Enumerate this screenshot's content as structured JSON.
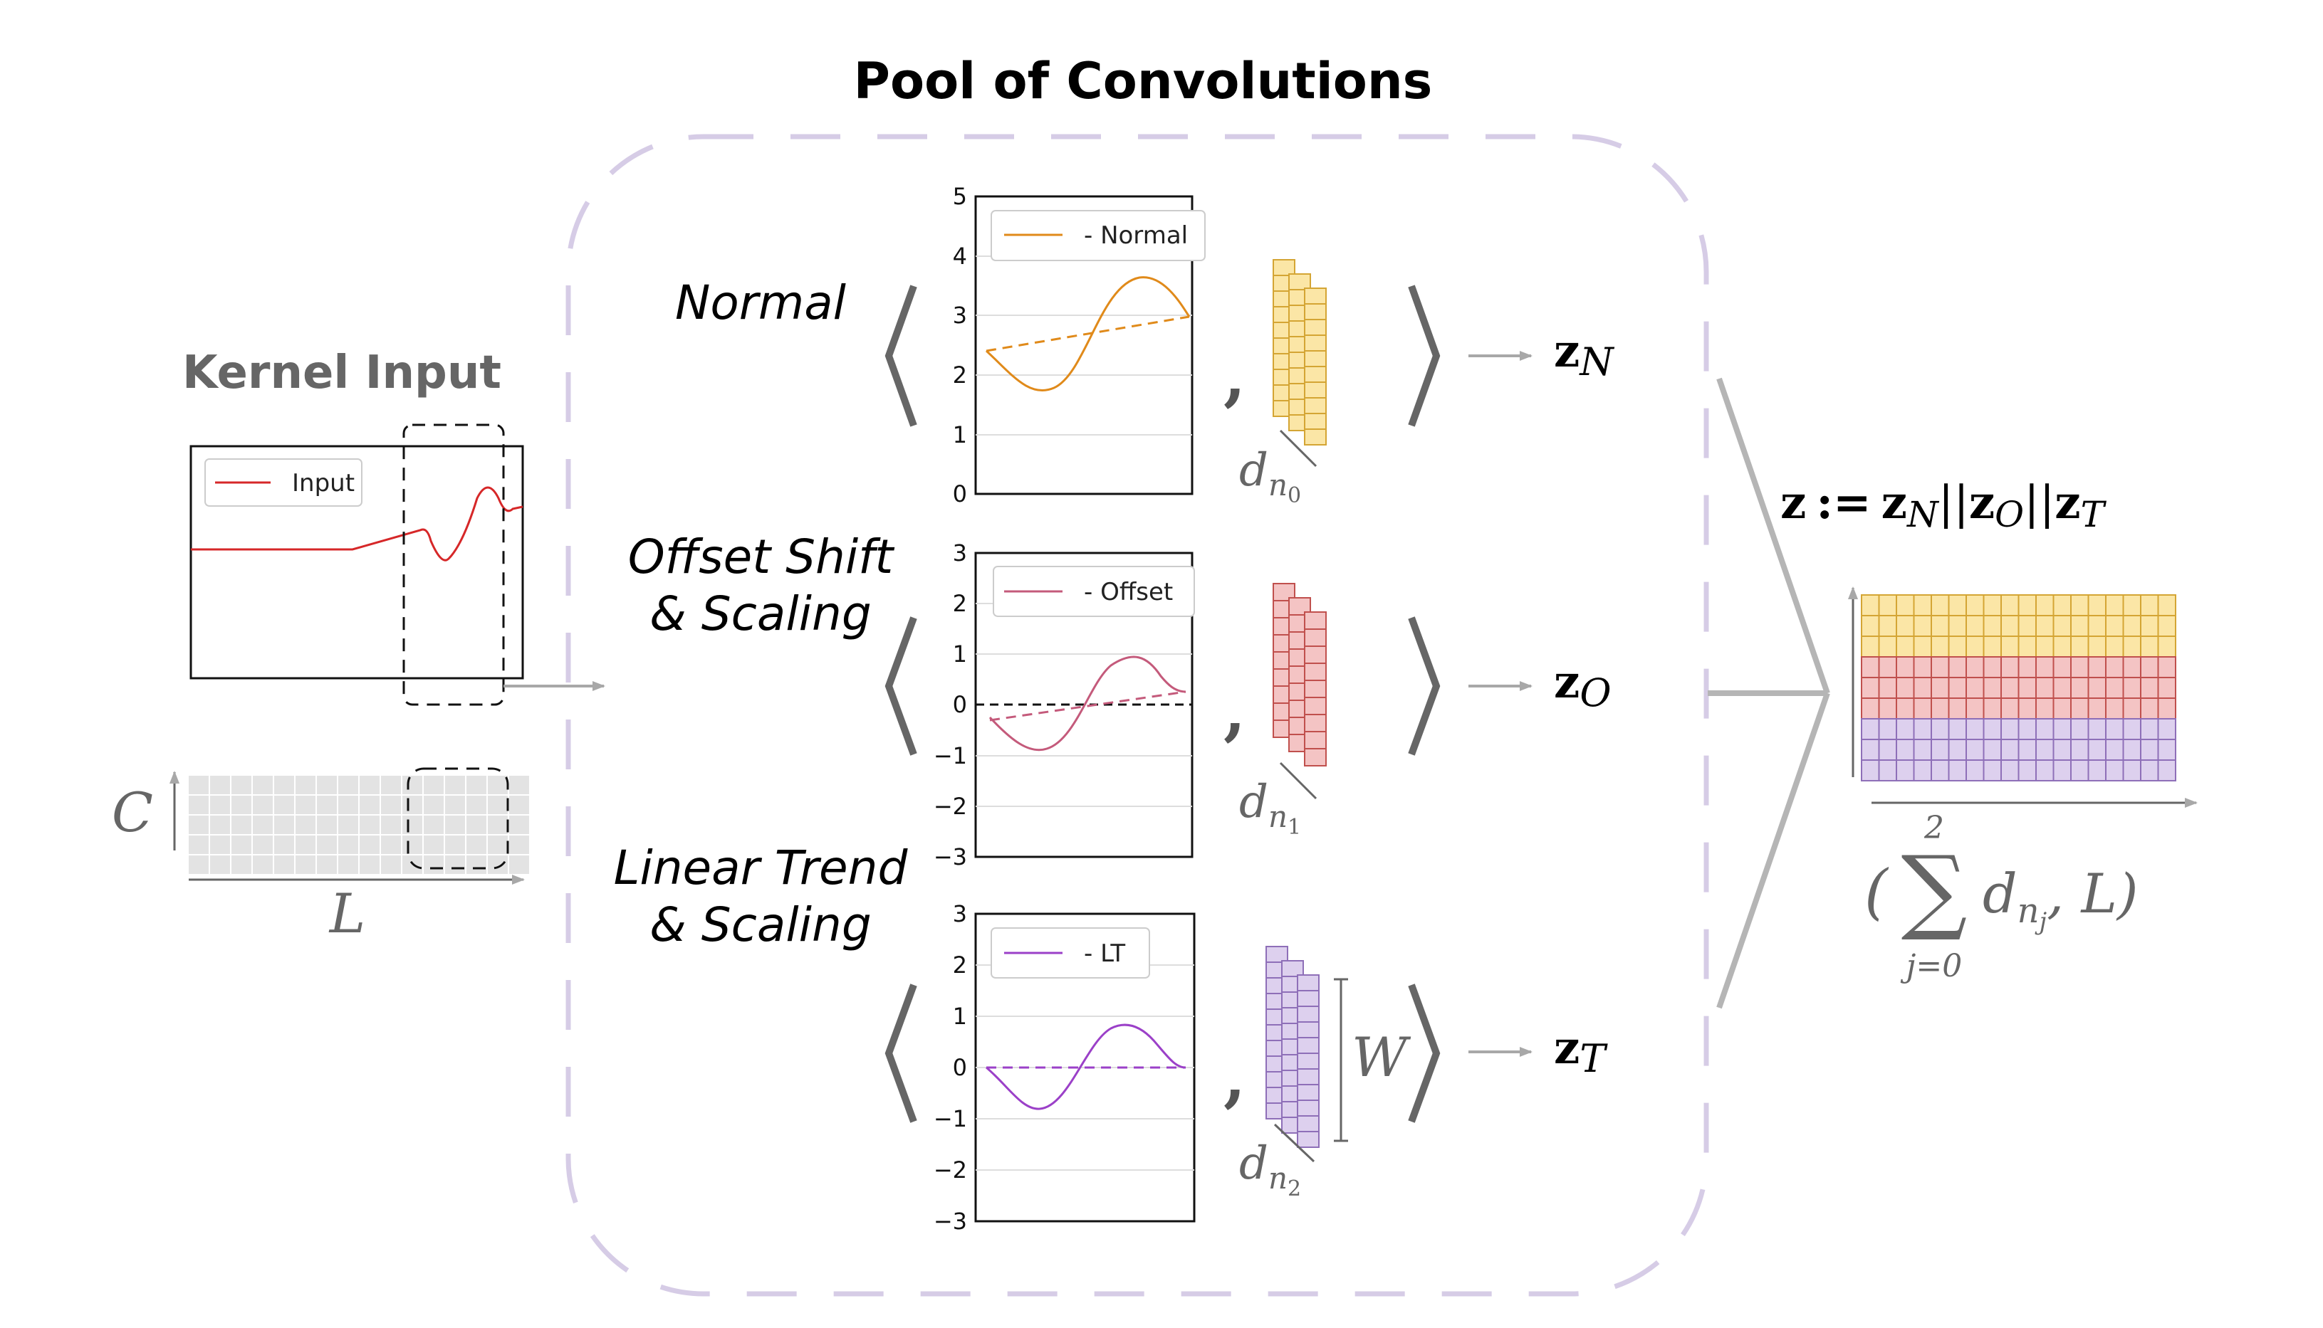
{
  "title": "Pool of Convolutions",
  "kernel_input": {
    "label": "Kernel Input",
    "legend": "Input",
    "channel_symbol": "C",
    "length_symbol": "L",
    "signal_color": "#d62728"
  },
  "rows": [
    {
      "id": "normal",
      "label_lines": [
        "Normal"
      ],
      "legend": "- Normal",
      "color": "#e08a1a",
      "y_ticks": [
        "0",
        "1",
        "2",
        "3",
        "4",
        "5"
      ],
      "zero_line": false,
      "depth_symbol": "d",
      "depth_sub": "n",
      "depth_subsub": "0",
      "output_bold": "z",
      "output_sub": "N",
      "cube_fill": "#fbe6a6",
      "cube_stroke": "#d4a534"
    },
    {
      "id": "offset",
      "label_lines": [
        "Offset Shift",
        "& Scaling"
      ],
      "legend": "- Offset",
      "color": "#c45a7b",
      "y_ticks": [
        "−3",
        "−2",
        "−1",
        "0",
        "1",
        "2",
        "3"
      ],
      "zero_line": true,
      "depth_symbol": "d",
      "depth_sub": "n",
      "depth_subsub": "1",
      "output_bold": "z",
      "output_sub": "O",
      "cube_fill": "#f4c4c4",
      "cube_stroke": "#c0504d"
    },
    {
      "id": "lt",
      "label_lines": [
        "Linear Trend",
        "& Scaling"
      ],
      "legend": "- LT",
      "color": "#9b40c8",
      "y_ticks": [
        "−3",
        "−2",
        "−1",
        "0",
        "1",
        "2",
        "3"
      ],
      "zero_line": false,
      "depth_symbol": "d",
      "depth_sub": "n",
      "depth_subsub": "2",
      "width_symbol": "W",
      "output_bold": "z",
      "output_sub": "T",
      "cube_fill": "#ddd0ee",
      "cube_stroke": "#8e6fb8"
    }
  ],
  "concat": {
    "lhs": "z",
    "assign": ":=",
    "terms": [
      {
        "bold": "z",
        "sub": "N"
      },
      {
        "bold": "z",
        "sub": "O"
      },
      {
        "bold": "z",
        "sub": "T"
      }
    ],
    "separator": "||",
    "shape_open": "(",
    "sum_symbol": "∑",
    "sum_upper": "2",
    "sum_lower": "j=0",
    "shape_term": "d",
    "shape_sub": "n",
    "shape_subsub": "j",
    "shape_rest": ", L)",
    "band_colors": {
      "top_fill": "#fbe6a6",
      "top_stroke": "#d4a534",
      "mid_fill": "#f4c4c4",
      "mid_stroke": "#c0504d",
      "bot_fill": "#ddd0ee",
      "bot_stroke": "#8e6fb8"
    }
  },
  "colors": {
    "pool_border": "#d6cce6",
    "arrow": "#a8a8a8",
    "bracket": "#666666",
    "grid_cell": "#e3e3e3"
  }
}
